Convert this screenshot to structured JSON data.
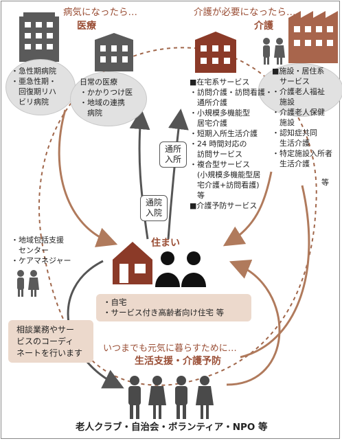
{
  "medical": {
    "heading": "病気になったら…",
    "title": "医療",
    "hospital_items": [
      "・急性期病院",
      "・亜急性期・",
      "　回復期リハ",
      "　ビリ病院"
    ],
    "daily_title": "日常の医療",
    "daily_items": [
      "・かかりつけ医",
      "・地域の連携",
      "　病院"
    ]
  },
  "care": {
    "heading": "介護が必要になったら…",
    "title": "介護",
    "home_services": [
      "■在宅系サービス",
      "・訪問介護・訪問看護・",
      "　通所介護",
      "・小規模多機能型",
      "　居宅介護",
      "・短期入所生活介護",
      "・24 時間対応の",
      "　訪問サービス",
      "・複合型サービス",
      "　(小規模多機能型居",
      "　宅介護+訪問看護)",
      "　等",
      "■介護予防サービス"
    ],
    "facility_services": [
      "■施設・居住系",
      "　サービス",
      "・介護老人福祉",
      "　施設",
      "・介護老人保健",
      "　施設",
      "・認知症共同",
      "　生活介護",
      "・特定施設入所者",
      "　生活介護"
    ],
    "facility_etc": "等"
  },
  "commute": {
    "tsusho": [
      "通所",
      "入所"
    ],
    "tsuin": [
      "通院",
      "入院"
    ]
  },
  "home": {
    "title": "住まい",
    "items": [
      "・自宅",
      "・サービス付き高齢者向け住宅 等"
    ]
  },
  "support": {
    "items": [
      "・地域包括支援",
      "　センター",
      "・ケアマネジャー"
    ],
    "consult": [
      "相談業務やサー",
      "ビスのコーディ",
      "ネートを行います"
    ]
  },
  "prevention": {
    "heading": "いつまでも元気に暮らすために…",
    "title": "生活支援・介護予防"
  },
  "footer": "老人クラブ・自治会・ボランティア・NPO 等",
  "colors": {
    "accent": "#9a4e35",
    "arrow": "#b07a5c",
    "building_gray": "#5a5a5a",
    "building_brown": "#8b3a28",
    "oval": "#e1e1e1",
    "box": "#ecd9cc"
  }
}
